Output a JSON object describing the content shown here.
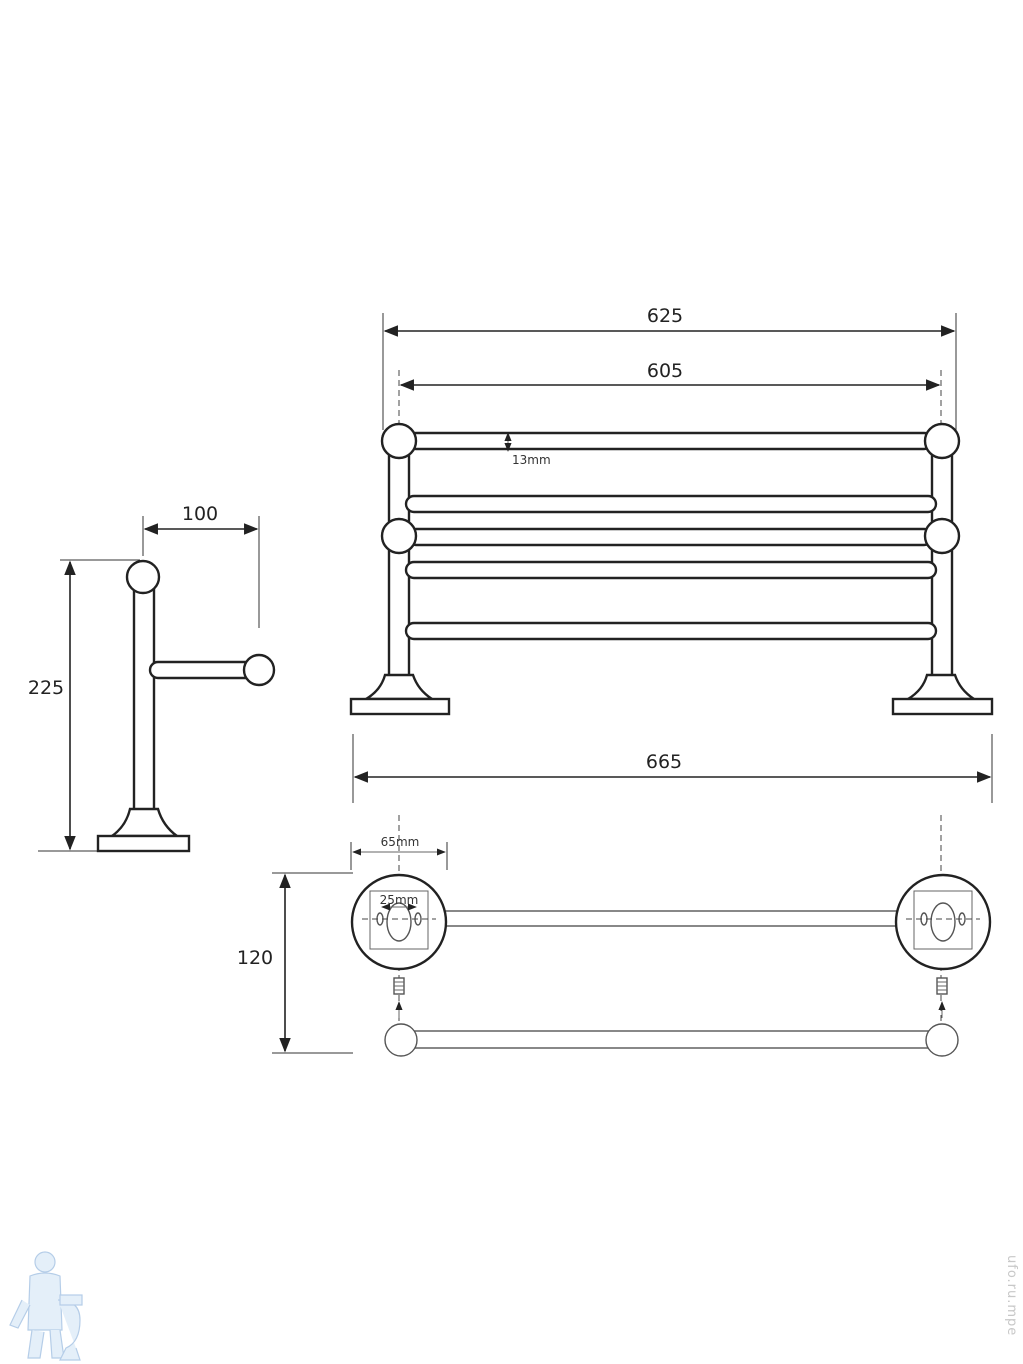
{
  "dimensions": {
    "overall_width": "625",
    "rail_spacing": "605",
    "base_width": "665",
    "tube_diameter": "13mm",
    "side_height": "225",
    "side_depth": "100",
    "plan_depth": "120",
    "flange_diameter": "65mm",
    "hole_spacing": "25mm"
  },
  "watermark": {
    "vertical_text": "ufo.ru.mpe",
    "logo": "plumber-mascot-logo"
  },
  "colors": {
    "line": "#222222",
    "watermark": "#c8c8c8",
    "logo_fill": "#cfe3f5",
    "logo_stroke": "#7aa6d6"
  }
}
